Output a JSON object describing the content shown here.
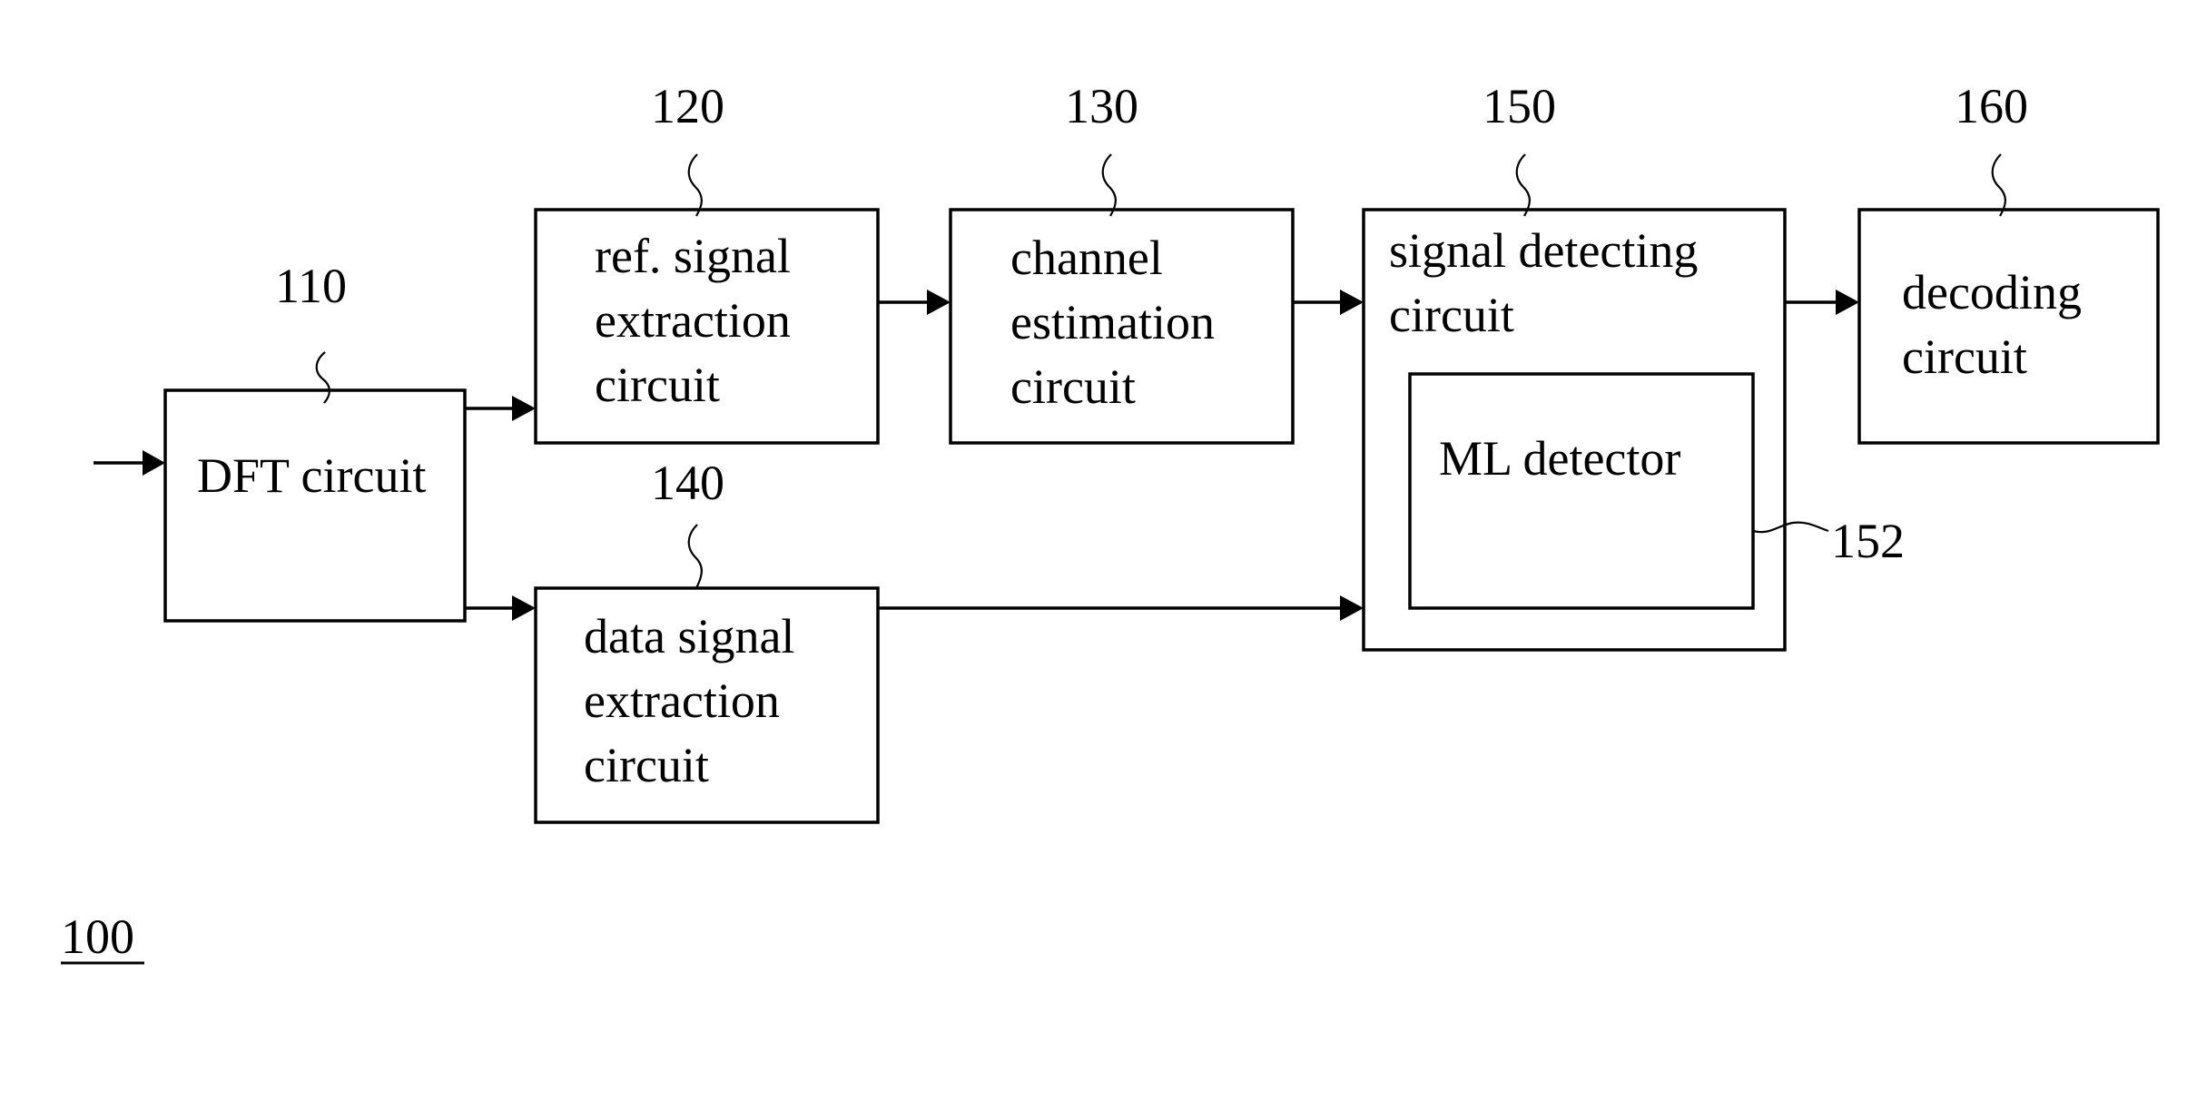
{
  "blocks": {
    "dft": {
      "ref": "110",
      "lines": [
        "DFT circuit"
      ]
    },
    "ref_signal": {
      "ref": "120",
      "lines": [
        "ref. signal",
        "extraction",
        "circuit"
      ]
    },
    "channel": {
      "ref": "130",
      "lines": [
        "channel",
        "estimation",
        "circuit"
      ]
    },
    "data_signal": {
      "ref": "140",
      "lines": [
        "data signal",
        "extraction",
        "circuit"
      ]
    },
    "detecting": {
      "ref": "150",
      "lines": [
        "signal detecting",
        "circuit"
      ]
    },
    "ml": {
      "ref": "152",
      "lines": [
        "ML detector"
      ]
    },
    "decoding": {
      "ref": "160",
      "lines": [
        "decoding",
        "circuit"
      ]
    }
  },
  "figure_ref": "100",
  "colors": {
    "ink": "#000000",
    "paper": "#ffffff"
  }
}
